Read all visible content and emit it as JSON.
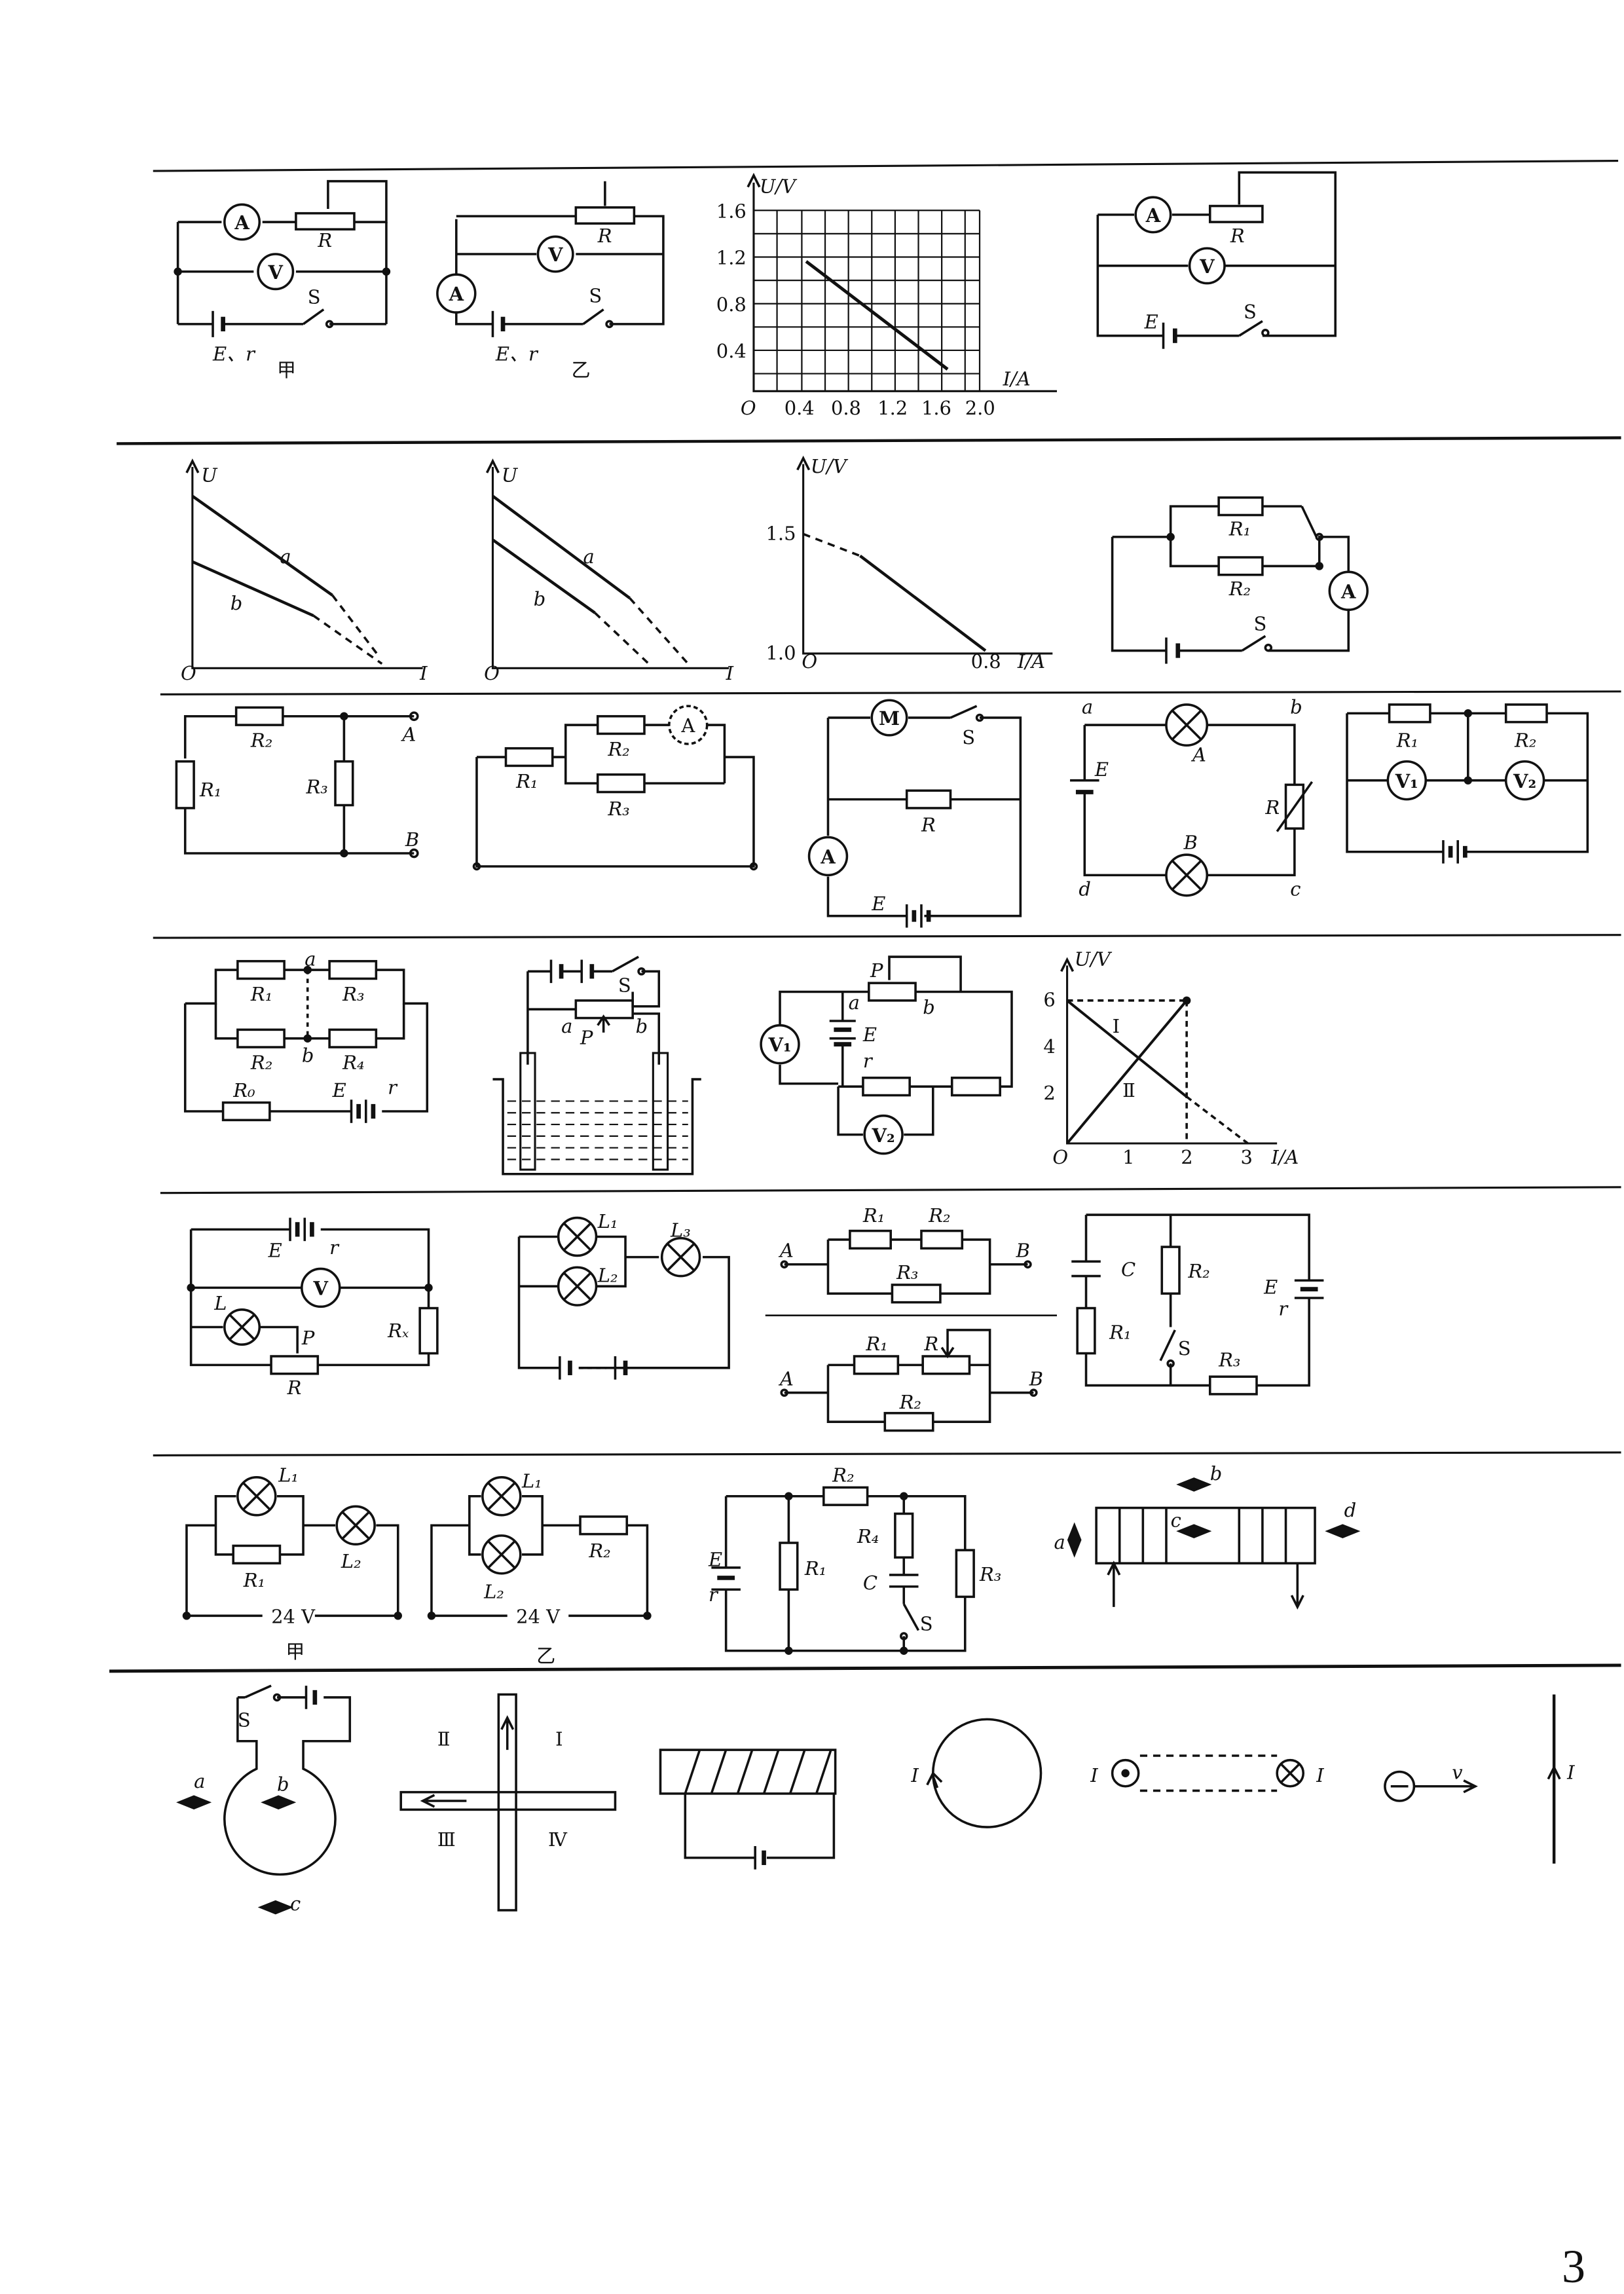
{
  "page_number": "3",
  "sub_labels": {
    "jia": "甲",
    "yi": "乙"
  },
  "axis_labels": {
    "UV": "U/V",
    "IA": "I/A",
    "U": "U",
    "I": "I",
    "O": "O"
  },
  "ticks": {
    "r1_y": [
      "1.6",
      "1.2",
      "0.8",
      "0.4"
    ],
    "r1_x": [
      "0.4",
      "0.8",
      "1.2",
      "1.6",
      "2.0"
    ],
    "r2_y": [
      "1.5",
      "1.0"
    ],
    "r2_x": [
      "0.8"
    ],
    "r4_y": [
      "6",
      "4",
      "2"
    ],
    "r4_x": [
      "1",
      "2",
      "3"
    ]
  },
  "symbols": {
    "A": "A",
    "V": "V",
    "M": "M",
    "V1": "V₁",
    "V2": "V₂",
    "R": "R",
    "R1": "R₁",
    "R2": "R₂",
    "R3": "R₃",
    "R4": "R₄",
    "R0": "R₀",
    "Rx": "Rₓ",
    "S": "S",
    "E": "E",
    "r": "r",
    "Er": "E、r",
    "C": "C",
    "P": "P",
    "L": "L",
    "L1": "L₁",
    "L2": "L₂",
    "L3": "L₃",
    "a": "a",
    "b": "b",
    "c": "c",
    "d": "d",
    "nA": "A",
    "nB": "B",
    "v": "v",
    "v24": "24 V",
    "q1": "Ⅰ",
    "q2": "Ⅱ",
    "q3": "Ⅲ",
    "q4": "Ⅳ"
  }
}
